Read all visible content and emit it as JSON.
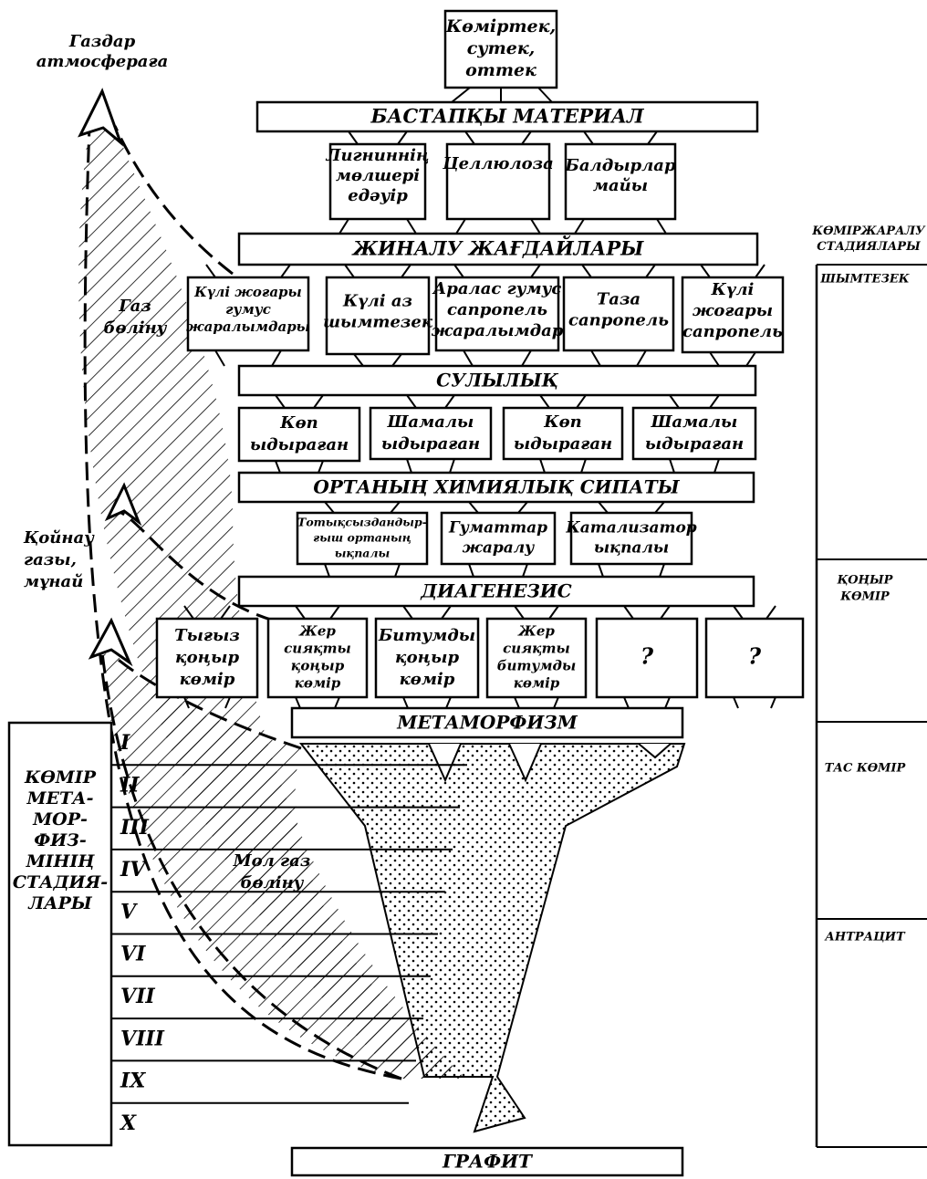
{
  "top_box": [
    "Көміртек,",
    "сутек,",
    "оттек"
  ],
  "bars": {
    "source": "БАСТАПҚЫ МАТЕРИАЛ",
    "accumulation": "ЖИНАЛУ ЖАҒДАЙЛАРЫ",
    "watering": "СУЛЫЛЫҚ",
    "chemistry": "ОРТАНЫҢ ХИМИЯЛЫҚ СИПАТЫ",
    "diagenesis": "ДИАГЕНЕЗИС",
    "metamorphism": "МЕТАМОРФИЗМ",
    "graphite": "ГРАФИТ"
  },
  "material_boxes": [
    [
      "Лигниннің",
      "мөлшері",
      "едәуір"
    ],
    [
      "Целлюлоза"
    ],
    [
      "Балдырлар",
      "майы"
    ]
  ],
  "accumulation_boxes": [
    [
      "Күлі жоғары",
      "гумус",
      "жаралымдары"
    ],
    [
      "Күлі аз",
      "шымтезек"
    ],
    [
      "Аралас гумус",
      "сапропель",
      "жаралымдар"
    ],
    [
      "Таза",
      "сапропель"
    ],
    [
      "Күлі",
      "жоғары",
      "сапропель"
    ]
  ],
  "decomposition_boxes": [
    [
      "Көп",
      "ыдыраған"
    ],
    [
      "Шамалы",
      "ыдыраған"
    ],
    [
      "Көп",
      "ыдыраған"
    ],
    [
      "Шамалы",
      "ыдыраған"
    ]
  ],
  "chemistry_boxes": [
    [
      "Тотықсыздандыр-",
      "ғыш ортаның",
      "ықпалы"
    ],
    [
      "Гуматтар",
      "жаралу"
    ],
    [
      "Катализатор",
      "ықпалы"
    ]
  ],
  "coal_boxes": [
    [
      "Тығыз",
      "қоңыр",
      "көмір"
    ],
    [
      "Жер",
      "сияқты",
      "қоңыр",
      "көмір"
    ],
    [
      "Битумды",
      "қоңыр",
      "көмір"
    ],
    [
      "Жер",
      "сияқты",
      "битумды",
      "көмір"
    ],
    [
      "?"
    ],
    [
      "?"
    ]
  ],
  "gas_labels": {
    "atmosphere": [
      "Газдар",
      "атмосфераға"
    ],
    "gas_release": [
      "Газ",
      "бөліну"
    ],
    "bed_gas": [
      "Қойнау",
      "газы,",
      "мұнай"
    ],
    "abundant_gas": [
      "Мол газ",
      "бөліну"
    ]
  },
  "left_panel": {
    "title": [
      "КӨМІР",
      "МЕТА-",
      "МОР-",
      "ФИЗ-",
      "МІНІҢ",
      "СТАДИЯ-",
      "ЛАРЫ"
    ],
    "stages": [
      "I",
      "II",
      "III",
      "IV",
      "V",
      "VI",
      "VII",
      "VIII",
      "IX",
      "X"
    ]
  },
  "right_panel": {
    "title": [
      "КӨМІРЖАРАЛУ",
      "СТАДИЯЛАРЫ"
    ],
    "stages": [
      [
        "ШЫМТЕЗЕК"
      ],
      [
        "ҚОҢЫР",
        "КӨМІР"
      ],
      [
        "ТАС КӨМІР"
      ],
      [
        "АНТРАЦИТ"
      ]
    ]
  }
}
